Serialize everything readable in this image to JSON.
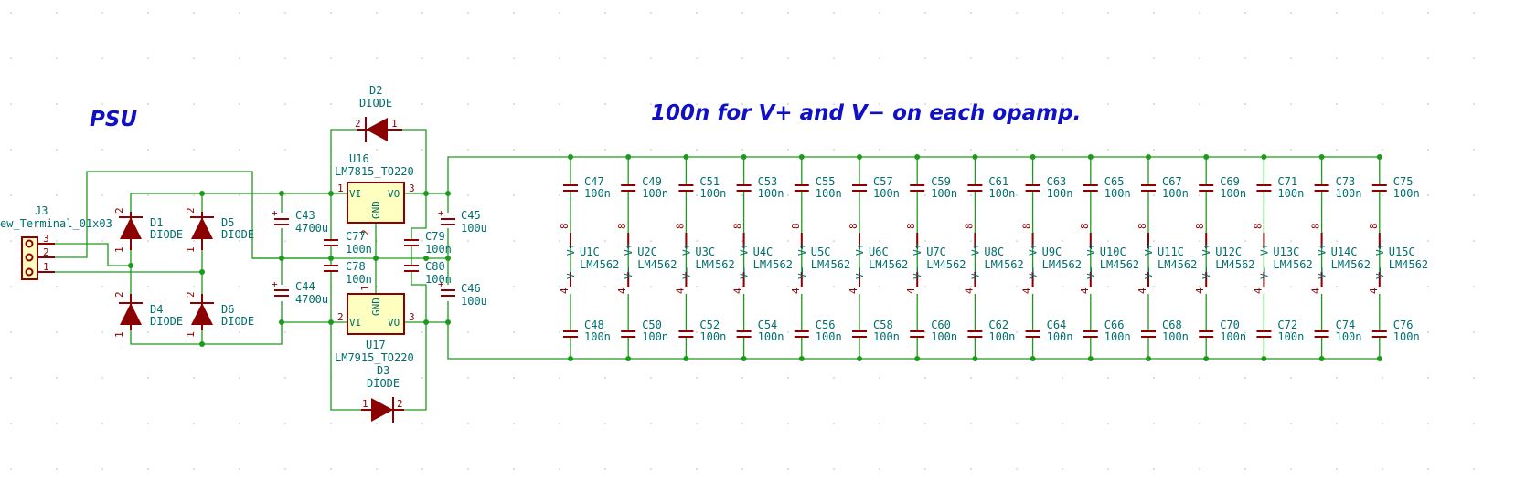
{
  "title_psu": "PSU",
  "title_note": "100n for V+ and V− on each opamp.",
  "colors": {
    "wire": "#1d9a1d",
    "component": "#8b0000",
    "reference": "#006e6e",
    "note": "#1010c8",
    "ic_fill": "#ffffc0"
  },
  "connector": {
    "ref": "J3",
    "value": "ew_Terminal_01x03",
    "pins": [
      "3",
      "2",
      "1"
    ]
  },
  "diodes": {
    "D1": {
      "ref": "D1",
      "value": "DIODE",
      "pins": [
        "2",
        "1"
      ]
    },
    "D5": {
      "ref": "D5",
      "value": "DIODE",
      "pins": [
        "2",
        "1"
      ]
    },
    "D4": {
      "ref": "D4",
      "value": "DIODE",
      "pins": [
        "2",
        "1"
      ]
    },
    "D6": {
      "ref": "D6",
      "value": "DIODE",
      "pins": [
        "2",
        "1"
      ]
    },
    "D2": {
      "ref": "D2",
      "value": "DIODE",
      "pins": [
        "2",
        "1"
      ]
    },
    "D3": {
      "ref": "D3",
      "value": "DIODE",
      "pins": [
        "1",
        "2"
      ]
    }
  },
  "regulators": {
    "U16": {
      "ref": "U16",
      "value": "LM7815_TO220",
      "pin_in": "VI",
      "pin_out": "VO",
      "pin_gnd": "GND",
      "num_in": "1",
      "num_out": "3",
      "num_gnd": "2"
    },
    "U17": {
      "ref": "U17",
      "value": "LM7915_TO220",
      "pin_in": "VI",
      "pin_out": "VO",
      "pin_gnd": "GND",
      "num_in": "2",
      "num_out": "3",
      "num_gnd": "1"
    }
  },
  "psu_caps": {
    "C43": {
      "ref": "C43",
      "value": "4700u"
    },
    "C44": {
      "ref": "C44",
      "value": "4700u"
    },
    "C45": {
      "ref": "C45",
      "value": "100u"
    },
    "C46": {
      "ref": "C46",
      "value": "100u"
    },
    "C77": {
      "ref": "C77",
      "value": "100n"
    },
    "C78": {
      "ref": "C78",
      "value": "100n"
    },
    "C79": {
      "ref": "C79",
      "value": "100n"
    },
    "C80": {
      "ref": "C80",
      "value": "100n"
    }
  },
  "opamp_units": [
    {
      "unit": "U1C",
      "value": "LM4562",
      "cap_top": "C47",
      "cap_bot": "C48"
    },
    {
      "unit": "U2C",
      "value": "LM4562",
      "cap_top": "C49",
      "cap_bot": "C50"
    },
    {
      "unit": "U3C",
      "value": "LM4562",
      "cap_top": "C51",
      "cap_bot": "C52"
    },
    {
      "unit": "U4C",
      "value": "LM4562",
      "cap_top": "C53",
      "cap_bot": "C54"
    },
    {
      "unit": "U5C",
      "value": "LM4562",
      "cap_top": "C55",
      "cap_bot": "C56"
    },
    {
      "unit": "U6C",
      "value": "LM4562",
      "cap_top": "C57",
      "cap_bot": "C58"
    },
    {
      "unit": "U7C",
      "value": "LM4562",
      "cap_top": "C59",
      "cap_bot": "C60"
    },
    {
      "unit": "U8C",
      "value": "LM4562",
      "cap_top": "C61",
      "cap_bot": "C62"
    },
    {
      "unit": "U9C",
      "value": "LM4562",
      "cap_top": "C63",
      "cap_bot": "C64"
    },
    {
      "unit": "U10C",
      "value": "LM4562",
      "cap_top": "C65",
      "cap_bot": "C66"
    },
    {
      "unit": "U11C",
      "value": "LM4562",
      "cap_top": "C67",
      "cap_bot": "C68"
    },
    {
      "unit": "U12C",
      "value": "LM4562",
      "cap_top": "C69",
      "cap_bot": "C70"
    },
    {
      "unit": "U13C",
      "value": "LM4562",
      "cap_top": "C71",
      "cap_bot": "C72"
    },
    {
      "unit": "U14C",
      "value": "LM4562",
      "cap_top": "C73",
      "cap_bot": "C74"
    },
    {
      "unit": "U15C",
      "value": "LM4562",
      "cap_top": "C75",
      "cap_bot": "C76"
    }
  ],
  "opamp_cap_value": "100n",
  "opamp_pin_vplus": "V+",
  "opamp_pin_vminus": "V−",
  "opamp_pin_num_vplus": "8",
  "opamp_pin_num_vminus": "4"
}
